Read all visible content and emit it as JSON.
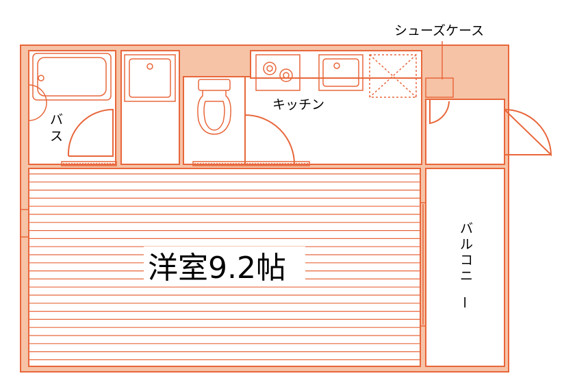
{
  "labels": {
    "bath": "バス",
    "kitchen": "キッチン",
    "shoe_case": "シューズケース",
    "room": "洋室9.2帖",
    "balcony": "バルコニー"
  },
  "colors": {
    "wall_fill": "#f6c3a7",
    "line": "#e8663a",
    "background": "#ffffff"
  }
}
